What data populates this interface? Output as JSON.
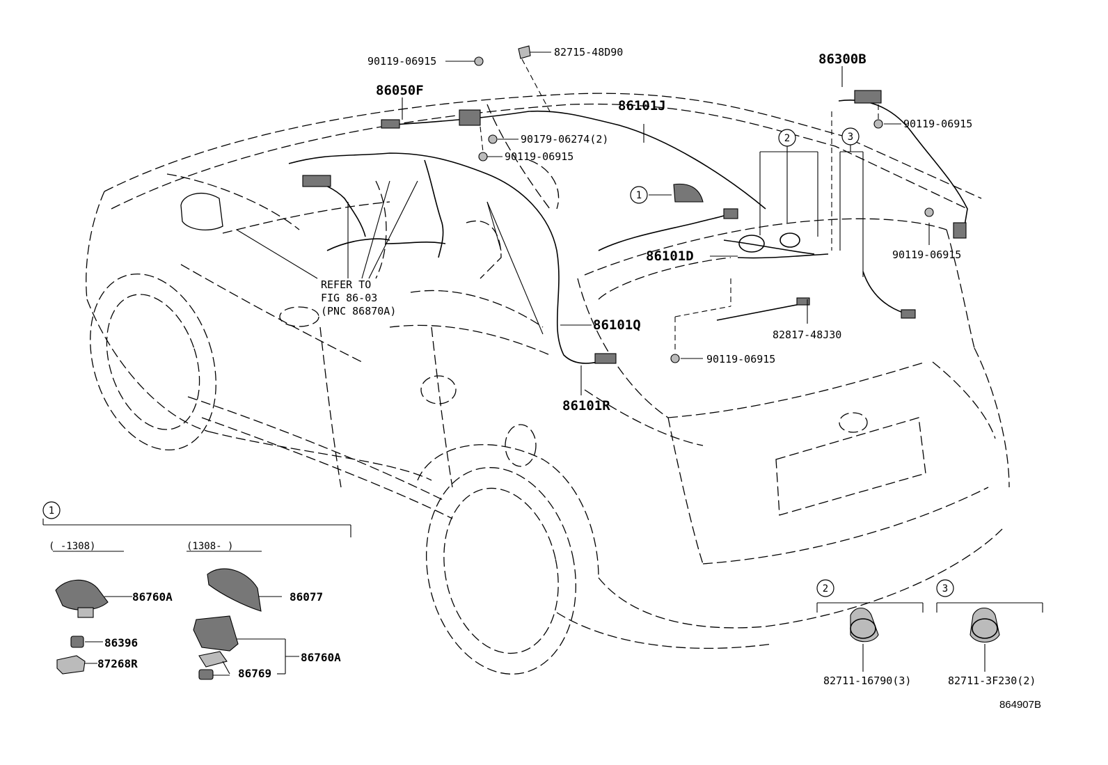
{
  "diagram": {
    "part_labels": {
      "bolt_top": "90119-06915",
      "bracket_top": "82715-48D90",
      "amp": "86050F",
      "wire_roof": "86101J",
      "clamp_9017": "90179-06274(2)",
      "bolt_mid": "90119-06915",
      "tuner": "86300B",
      "bolt_right": "90119-06915",
      "bolt_right2": "90119-06915",
      "wire_d": "86101D",
      "bracket_rear": "82817-48J30",
      "bolt_rear": "90119-06915",
      "wire_q": "86101Q",
      "wire_r": "86101R",
      "refer_line1": "REFER TO",
      "refer_line2": "FIG 86-03",
      "refer_line3": "(PNC 86870A)"
    },
    "callouts": {
      "c1": "1",
      "c2": "2",
      "c3": "3"
    },
    "detail1": {
      "marker": "1",
      "range_before": "(     -1308)",
      "range_after": "(1308-     )",
      "antenna_old": "86760A",
      "antenna_new": "86077",
      "pad": "86396",
      "connector": "87268R",
      "base": "86760A",
      "gasket": "86769"
    },
    "detail2": {
      "marker": "2",
      "clamp": "82711-16790(3)"
    },
    "detail3": {
      "marker": "3",
      "clamp": "82711-3F230(2)"
    },
    "figure_code": "864907B"
  }
}
